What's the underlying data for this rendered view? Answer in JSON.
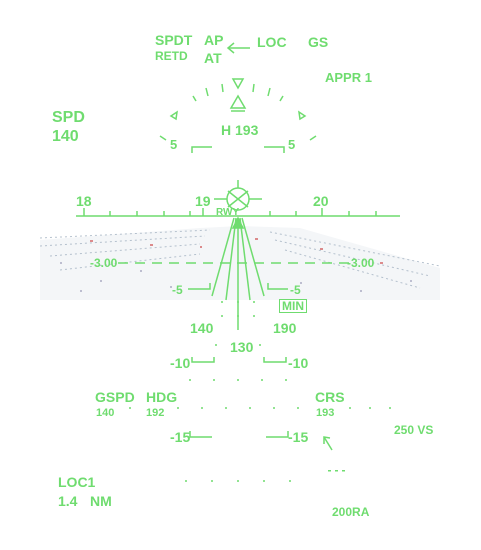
{
  "mode": {
    "speed_mode_1": "SPDT",
    "speed_mode_2": "RETD",
    "ap": "AP",
    "at": "AT",
    "lateral": "LOC",
    "vertical": "GS",
    "approach": "APPR 1"
  },
  "speed": {
    "label": "SPD",
    "value": "140"
  },
  "heading_box": "H 193",
  "pitch_5": "5",
  "compass": [
    "18",
    "19",
    "20"
  ],
  "runway_label": "RWY",
  "glideslope": {
    "left": "-3.00",
    "right": "-3.00"
  },
  "minus5_left": "-5",
  "minus5_right": "-5",
  "min_label": "MIN",
  "speed_left": "140",
  "speed_right": "190",
  "speed_center": "130",
  "minus10_left": "-10",
  "minus10_right": "-10",
  "gspd": {
    "label": "GSPD",
    "value": "140"
  },
  "hdg": {
    "label": "HDG",
    "value": "192"
  },
  "crs": {
    "label": "CRS",
    "value": "193"
  },
  "vs": "250 VS",
  "minus15_left": "-15",
  "minus15_right": "-15",
  "loc": {
    "label": "LOC1",
    "dist": "1.4",
    "unit": "NM"
  },
  "ra": "200RA",
  "colors": {
    "hud_green": "#6fdc6f"
  }
}
